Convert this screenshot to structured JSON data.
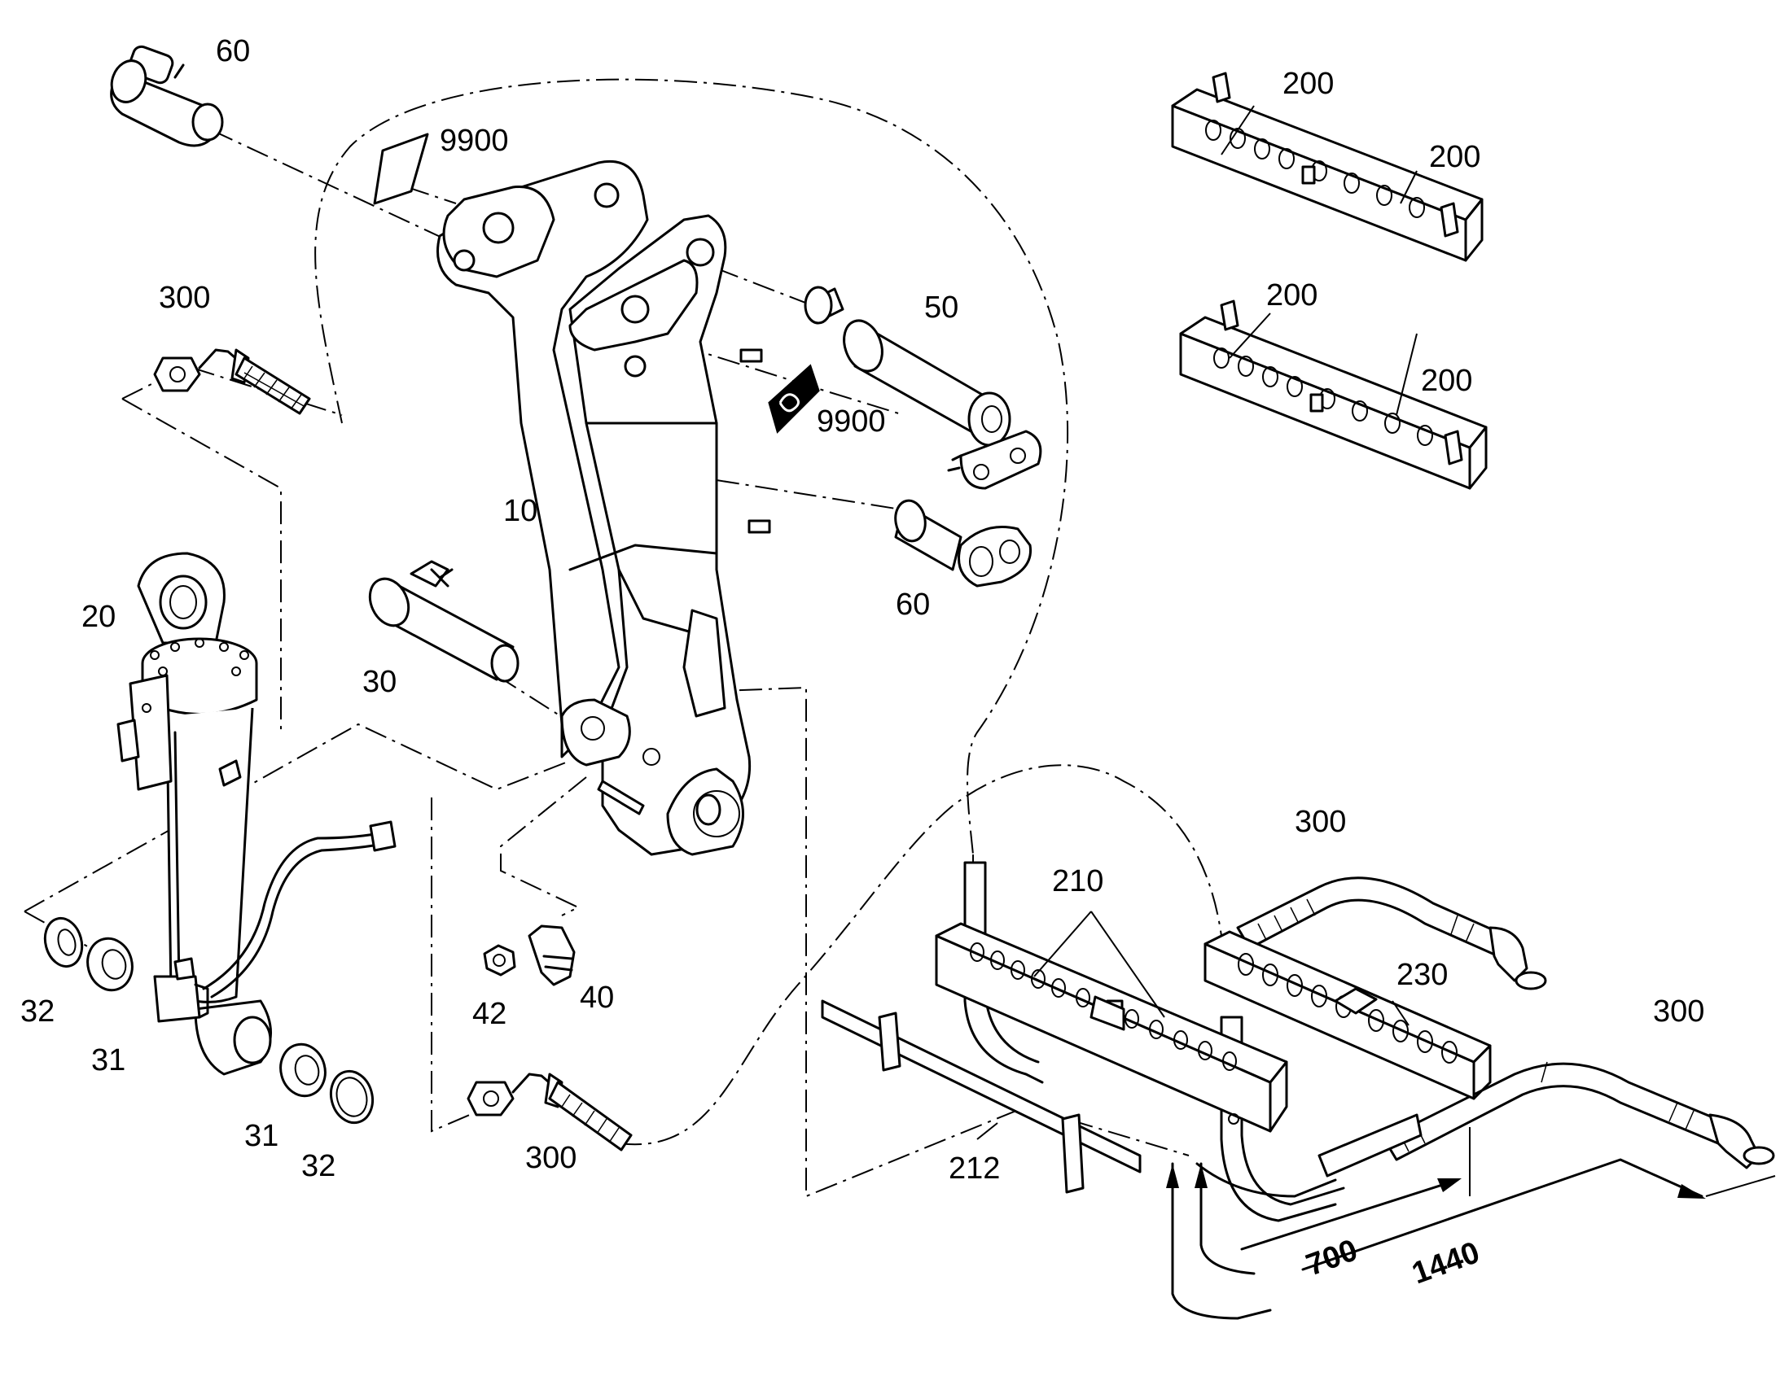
{
  "labels": {
    "p60_top": "60",
    "p9900_top": "9900",
    "p300_left": "300",
    "p10": "10",
    "p50": "50",
    "p9900_mid": "9900",
    "p60_mid": "60",
    "p20": "20",
    "p30": "30",
    "p32_left": "32",
    "p31_left": "31",
    "p31_bottom": "31",
    "p32_bottom": "32",
    "p42": "42",
    "p40": "40",
    "p300_bottom": "300",
    "p200_a": "200",
    "p200_b": "200",
    "p200_c": "200",
    "p200_d": "200",
    "p300_right_top": "300",
    "p210": "210",
    "p230": "230",
    "p300_right": "300",
    "p212": "212"
  },
  "dimensions": {
    "d700": "700",
    "d1440": "1440"
  }
}
